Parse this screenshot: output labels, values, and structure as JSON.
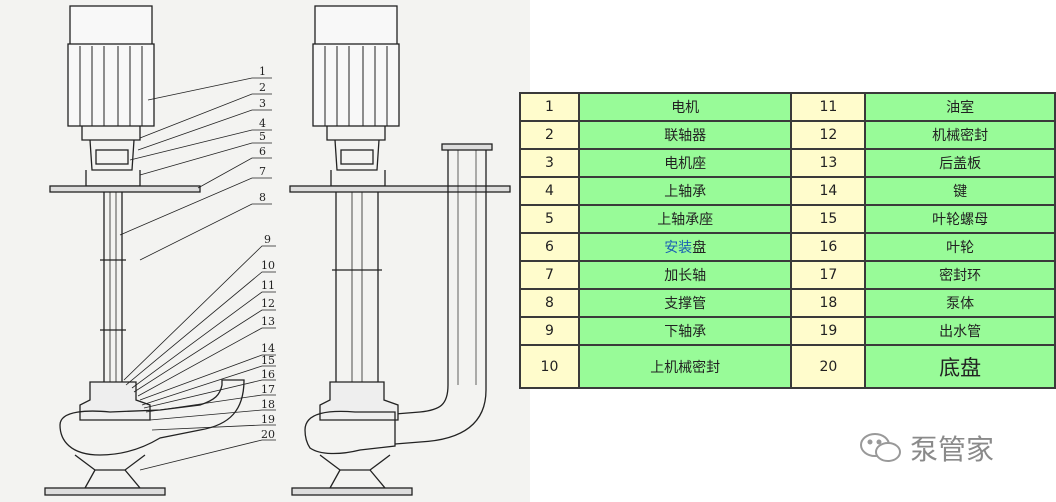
{
  "diagram": {
    "callouts": [
      "1",
      "2",
      "3",
      "4",
      "5",
      "6",
      "7",
      "8",
      "9",
      "10",
      "11",
      "12",
      "13",
      "14",
      "15",
      "16",
      "17",
      "18",
      "19",
      "20"
    ]
  },
  "parts_table": {
    "rows": [
      {
        "left_no": "1",
        "left_name": "电机",
        "right_no": "11",
        "right_name": "油室"
      },
      {
        "left_no": "2",
        "left_name": "联轴器",
        "right_no": "12",
        "right_name": "机械密封"
      },
      {
        "left_no": "3",
        "left_name": "电机座",
        "right_no": "13",
        "right_name": "后盖板"
      },
      {
        "left_no": "4",
        "left_name": "上轴承",
        "right_no": "14",
        "right_name": "键"
      },
      {
        "left_no": "5",
        "left_name": "上轴承座",
        "right_no": "15",
        "right_name": "叶轮螺母"
      },
      {
        "left_no": "6",
        "left_name_link": "安装",
        "left_name_rest": "盘",
        "right_no": "16",
        "right_name": "叶轮"
      },
      {
        "left_no": "7",
        "left_name": "加长轴",
        "right_no": "17",
        "right_name": "密封环"
      },
      {
        "left_no": "8",
        "left_name": "支撑管",
        "right_no": "18",
        "right_name": "泵体"
      },
      {
        "left_no": "9",
        "left_name": "下轴承",
        "right_no": "19",
        "right_name": "出水管"
      },
      {
        "left_no": "10",
        "left_name": "上机械密封",
        "right_no": "20",
        "right_name": "底盘"
      }
    ],
    "colors": {
      "number_bg": "#fffccc",
      "name_bg": "#98fb98",
      "border": "#3a3a3a"
    }
  },
  "watermark": {
    "text": "泵管家"
  }
}
